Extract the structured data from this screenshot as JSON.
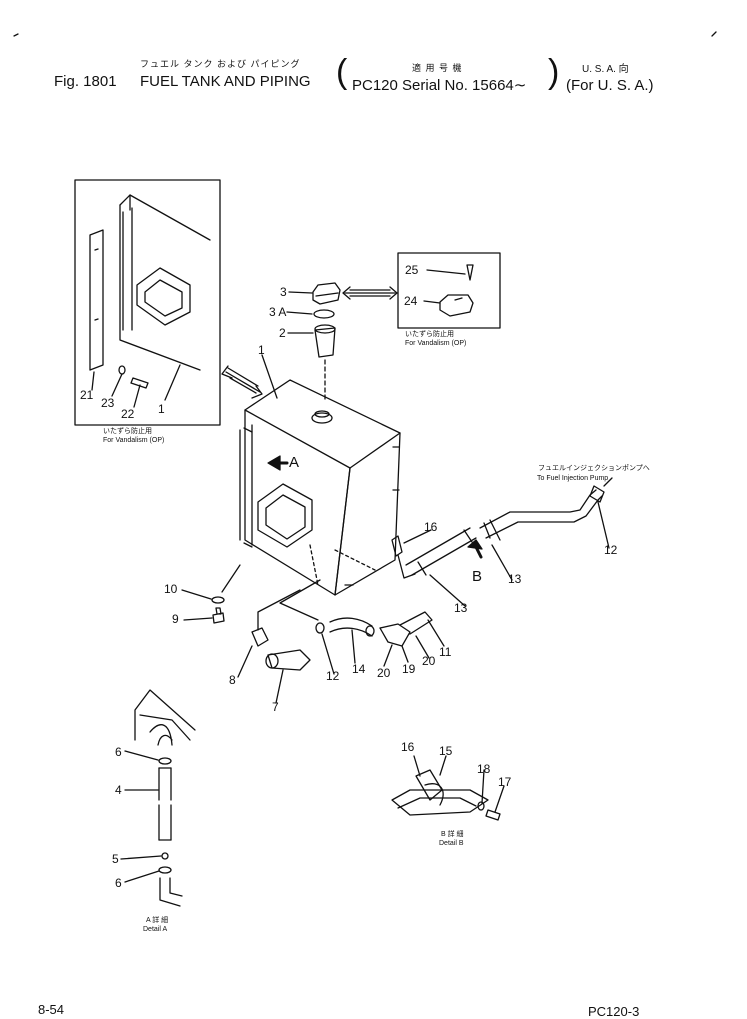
{
  "header": {
    "fig_number": "Fig. 1801",
    "title_jp": "フュエル タンク および パイピング",
    "title_en": "FUEL TANK AND PIPING",
    "applicable_jp": "適 用 号 機",
    "applicable_en": "PC120 Serial No. 15664∼",
    "region_jp": "U. S. A. 向",
    "region_en": "(For U. S. A.)"
  },
  "notes": {
    "vandalism_jp_left": "いたずら防止用",
    "vandalism_en_left": "For Vandalism (OP)",
    "vandalism_jp_right": "いたずら防止用",
    "vandalism_en_right": "For Vandalism (OP)",
    "pump_jp": "フュエルインジェクションポンプへ",
    "pump_en": "To Fuel Injection Pump",
    "view_a": "A",
    "view_b": "B",
    "detail_a_jp": "A 詳 細",
    "detail_a_en": "Detail A",
    "detail_b_jp": "B 詳 細",
    "detail_b_en": "Detail B"
  },
  "callouts": {
    "c1_tank": "1",
    "c1_inset": "1",
    "c2": "2",
    "c3": "3",
    "c3a": "3 A",
    "c4": "4",
    "c5": "5",
    "c6_top": "6",
    "c6_bottom": "6",
    "c7": "7",
    "c8": "8",
    "c9": "9",
    "c10": "10",
    "c11": "11",
    "c12_main": "12",
    "c12_pump": "12",
    "c13_left": "13",
    "c13_right": "13",
    "c14": "14",
    "c15": "15",
    "c16_main": "16",
    "c16_detail": "16",
    "c17": "17",
    "c18": "18",
    "c19": "19",
    "c20_left": "20",
    "c20_right": "20",
    "c21": "21",
    "c22": "22",
    "c23": "23",
    "c24": "24",
    "c25": "25"
  },
  "footer": {
    "page": "8-54",
    "code": "PC120-3"
  }
}
